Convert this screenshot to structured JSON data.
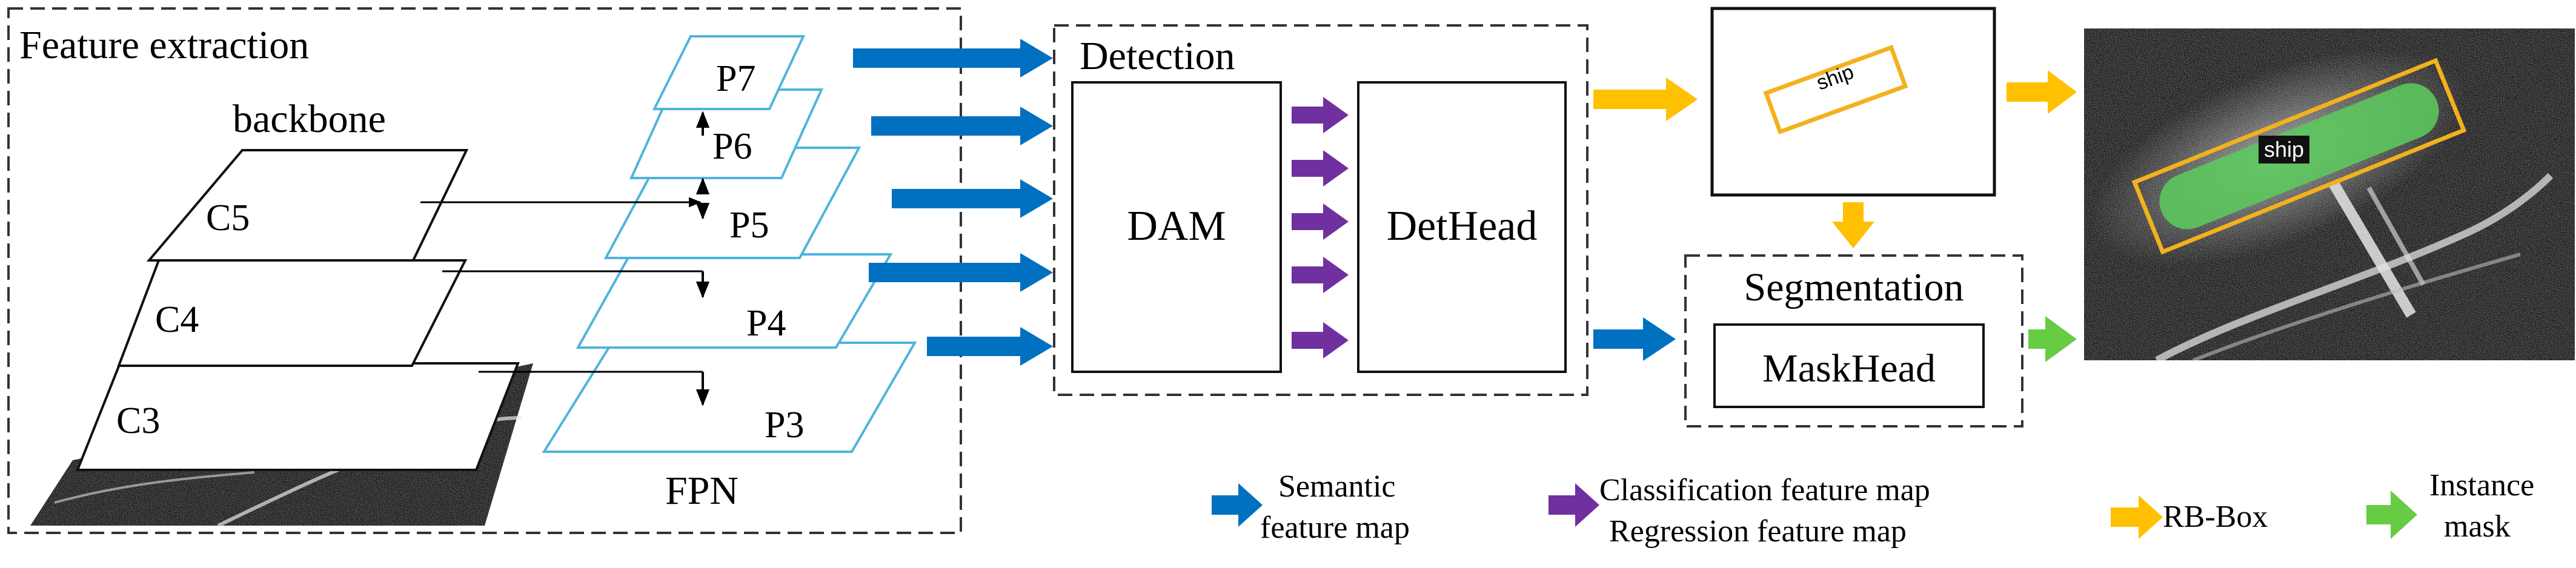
{
  "feature_extraction": {
    "title": "Feature extraction",
    "backbone_label": "backbone",
    "backbone_levels": [
      "C5",
      "C4",
      "C3"
    ],
    "fpn_label": "FPN",
    "fpn_levels": [
      "P7",
      "P6",
      "P5",
      "P4",
      "P3"
    ]
  },
  "detection": {
    "title": "Detection",
    "dam_label": "DAM",
    "dethead_label": "DetHead"
  },
  "segmentation": {
    "title": "Segmentation",
    "maskhead_label": "MaskHead"
  },
  "result": {
    "box_label_small": "ship",
    "box_label_output": "ship"
  },
  "legend": {
    "semantic": [
      "Semantic",
      "feature map"
    ],
    "classification": [
      "Classification feature map",
      "Regression feature map"
    ],
    "rbbox": "RB-Box",
    "instance": [
      "Instance",
      "mask"
    ]
  },
  "colors": {
    "semantic_arrow": "#0070c0",
    "cls_reg_arrow": "#7030a0",
    "rbbox_arrow": "#ffc000",
    "mask_arrow": "#66cc44",
    "fpn_edge": "#4fb4dc",
    "box_stroke": "#f2b21d",
    "mask_fill": "#5cc85c"
  }
}
